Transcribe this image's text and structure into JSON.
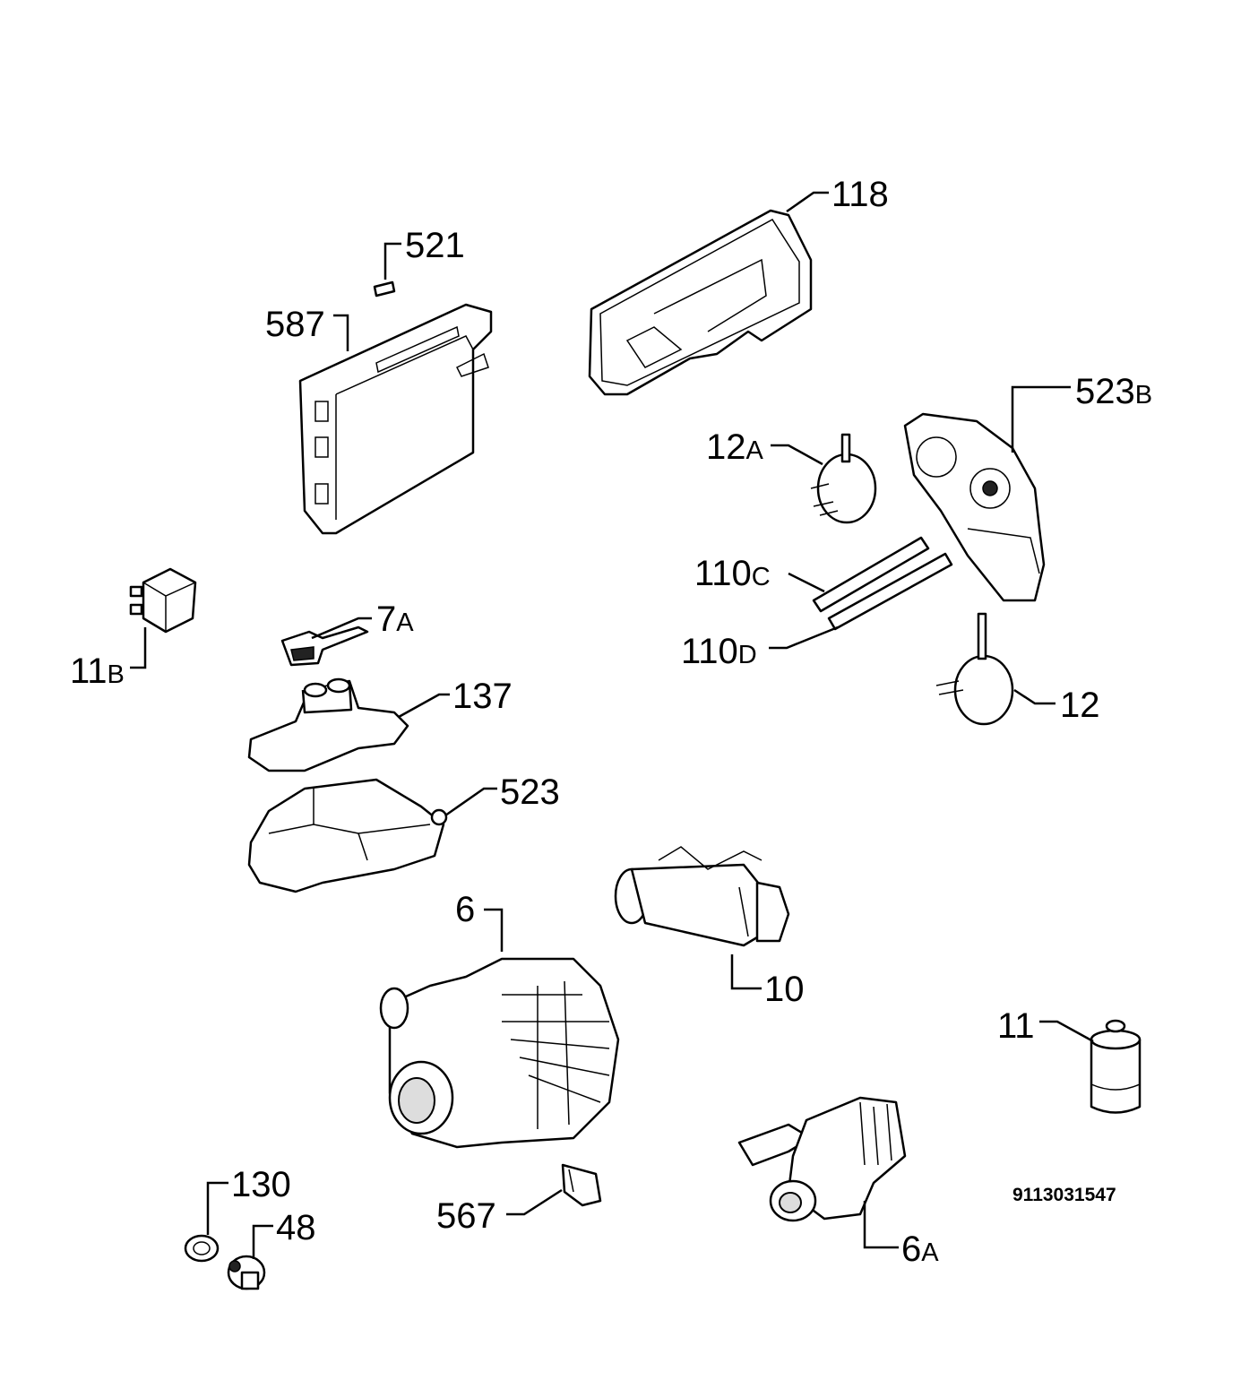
{
  "diagram": {
    "drawing_number": "9113031547",
    "parts": [
      {
        "id": "118",
        "number": "118",
        "suffix": ""
      },
      {
        "id": "521",
        "number": "521",
        "suffix": ""
      },
      {
        "id": "587",
        "number": "587",
        "suffix": ""
      },
      {
        "id": "523B",
        "number": "523",
        "suffix": "B"
      },
      {
        "id": "12A",
        "number": "12",
        "suffix": "A"
      },
      {
        "id": "110C",
        "number": "110",
        "suffix": "C"
      },
      {
        "id": "110D",
        "number": "110",
        "suffix": "D"
      },
      {
        "id": "12",
        "number": "12",
        "suffix": ""
      },
      {
        "id": "11B",
        "number": "11",
        "suffix": "B"
      },
      {
        "id": "7A",
        "number": "7",
        "suffix": "A"
      },
      {
        "id": "137",
        "number": "137",
        "suffix": ""
      },
      {
        "id": "523",
        "number": "523",
        "suffix": ""
      },
      {
        "id": "6",
        "number": "6",
        "suffix": ""
      },
      {
        "id": "10",
        "number": "10",
        "suffix": ""
      },
      {
        "id": "11",
        "number": "11",
        "suffix": ""
      },
      {
        "id": "130",
        "number": "130",
        "suffix": ""
      },
      {
        "id": "48",
        "number": "48",
        "suffix": ""
      },
      {
        "id": "567",
        "number": "567",
        "suffix": ""
      },
      {
        "id": "6A",
        "number": "6",
        "suffix": "A"
      }
    ]
  }
}
